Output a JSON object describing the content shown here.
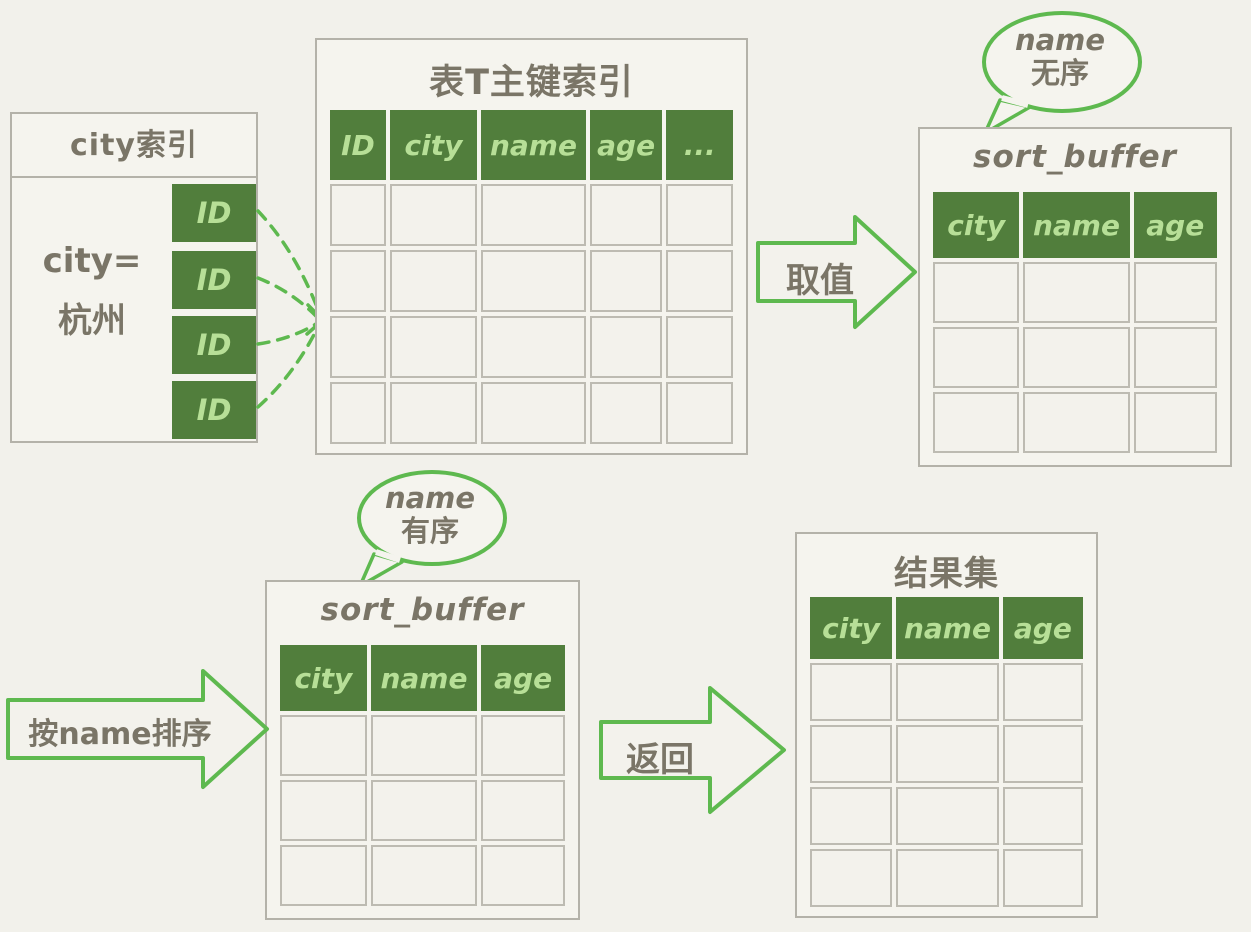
{
  "colors": {
    "background": "#f2f1eb",
    "panel": "#f5f4ee",
    "panel_border": "#b4b2a9",
    "header_green": "#517e3c",
    "header_text_green": "#b7df97",
    "ink": "#7a7567",
    "accent_green": "#5eb94f"
  },
  "city_index": {
    "title": "city索引",
    "condition_line1": "city=",
    "condition_line2": "杭州",
    "id_cells": [
      "ID",
      "ID",
      "ID",
      "ID"
    ]
  },
  "primary_key_table": {
    "title": "表T主键索引",
    "columns": [
      "ID",
      "city",
      "name",
      "age",
      "..."
    ],
    "empty_rows": 4
  },
  "sort_buffer_unsorted": {
    "bubble_line1": "name",
    "bubble_line2": "无序",
    "title": "sort_buffer",
    "columns": [
      "city",
      "name",
      "age"
    ],
    "empty_rows": 3
  },
  "sort_buffer_sorted": {
    "bubble_line1": "name",
    "bubble_line2": "有序",
    "title": "sort_buffer",
    "columns": [
      "city",
      "name",
      "age"
    ],
    "empty_rows": 3
  },
  "result_set": {
    "title": "结果集",
    "columns": [
      "city",
      "name",
      "age"
    ],
    "empty_rows": 4
  },
  "arrows": {
    "fetch_label": "取值",
    "sort_label": "按name排序",
    "return_label": "返回"
  }
}
